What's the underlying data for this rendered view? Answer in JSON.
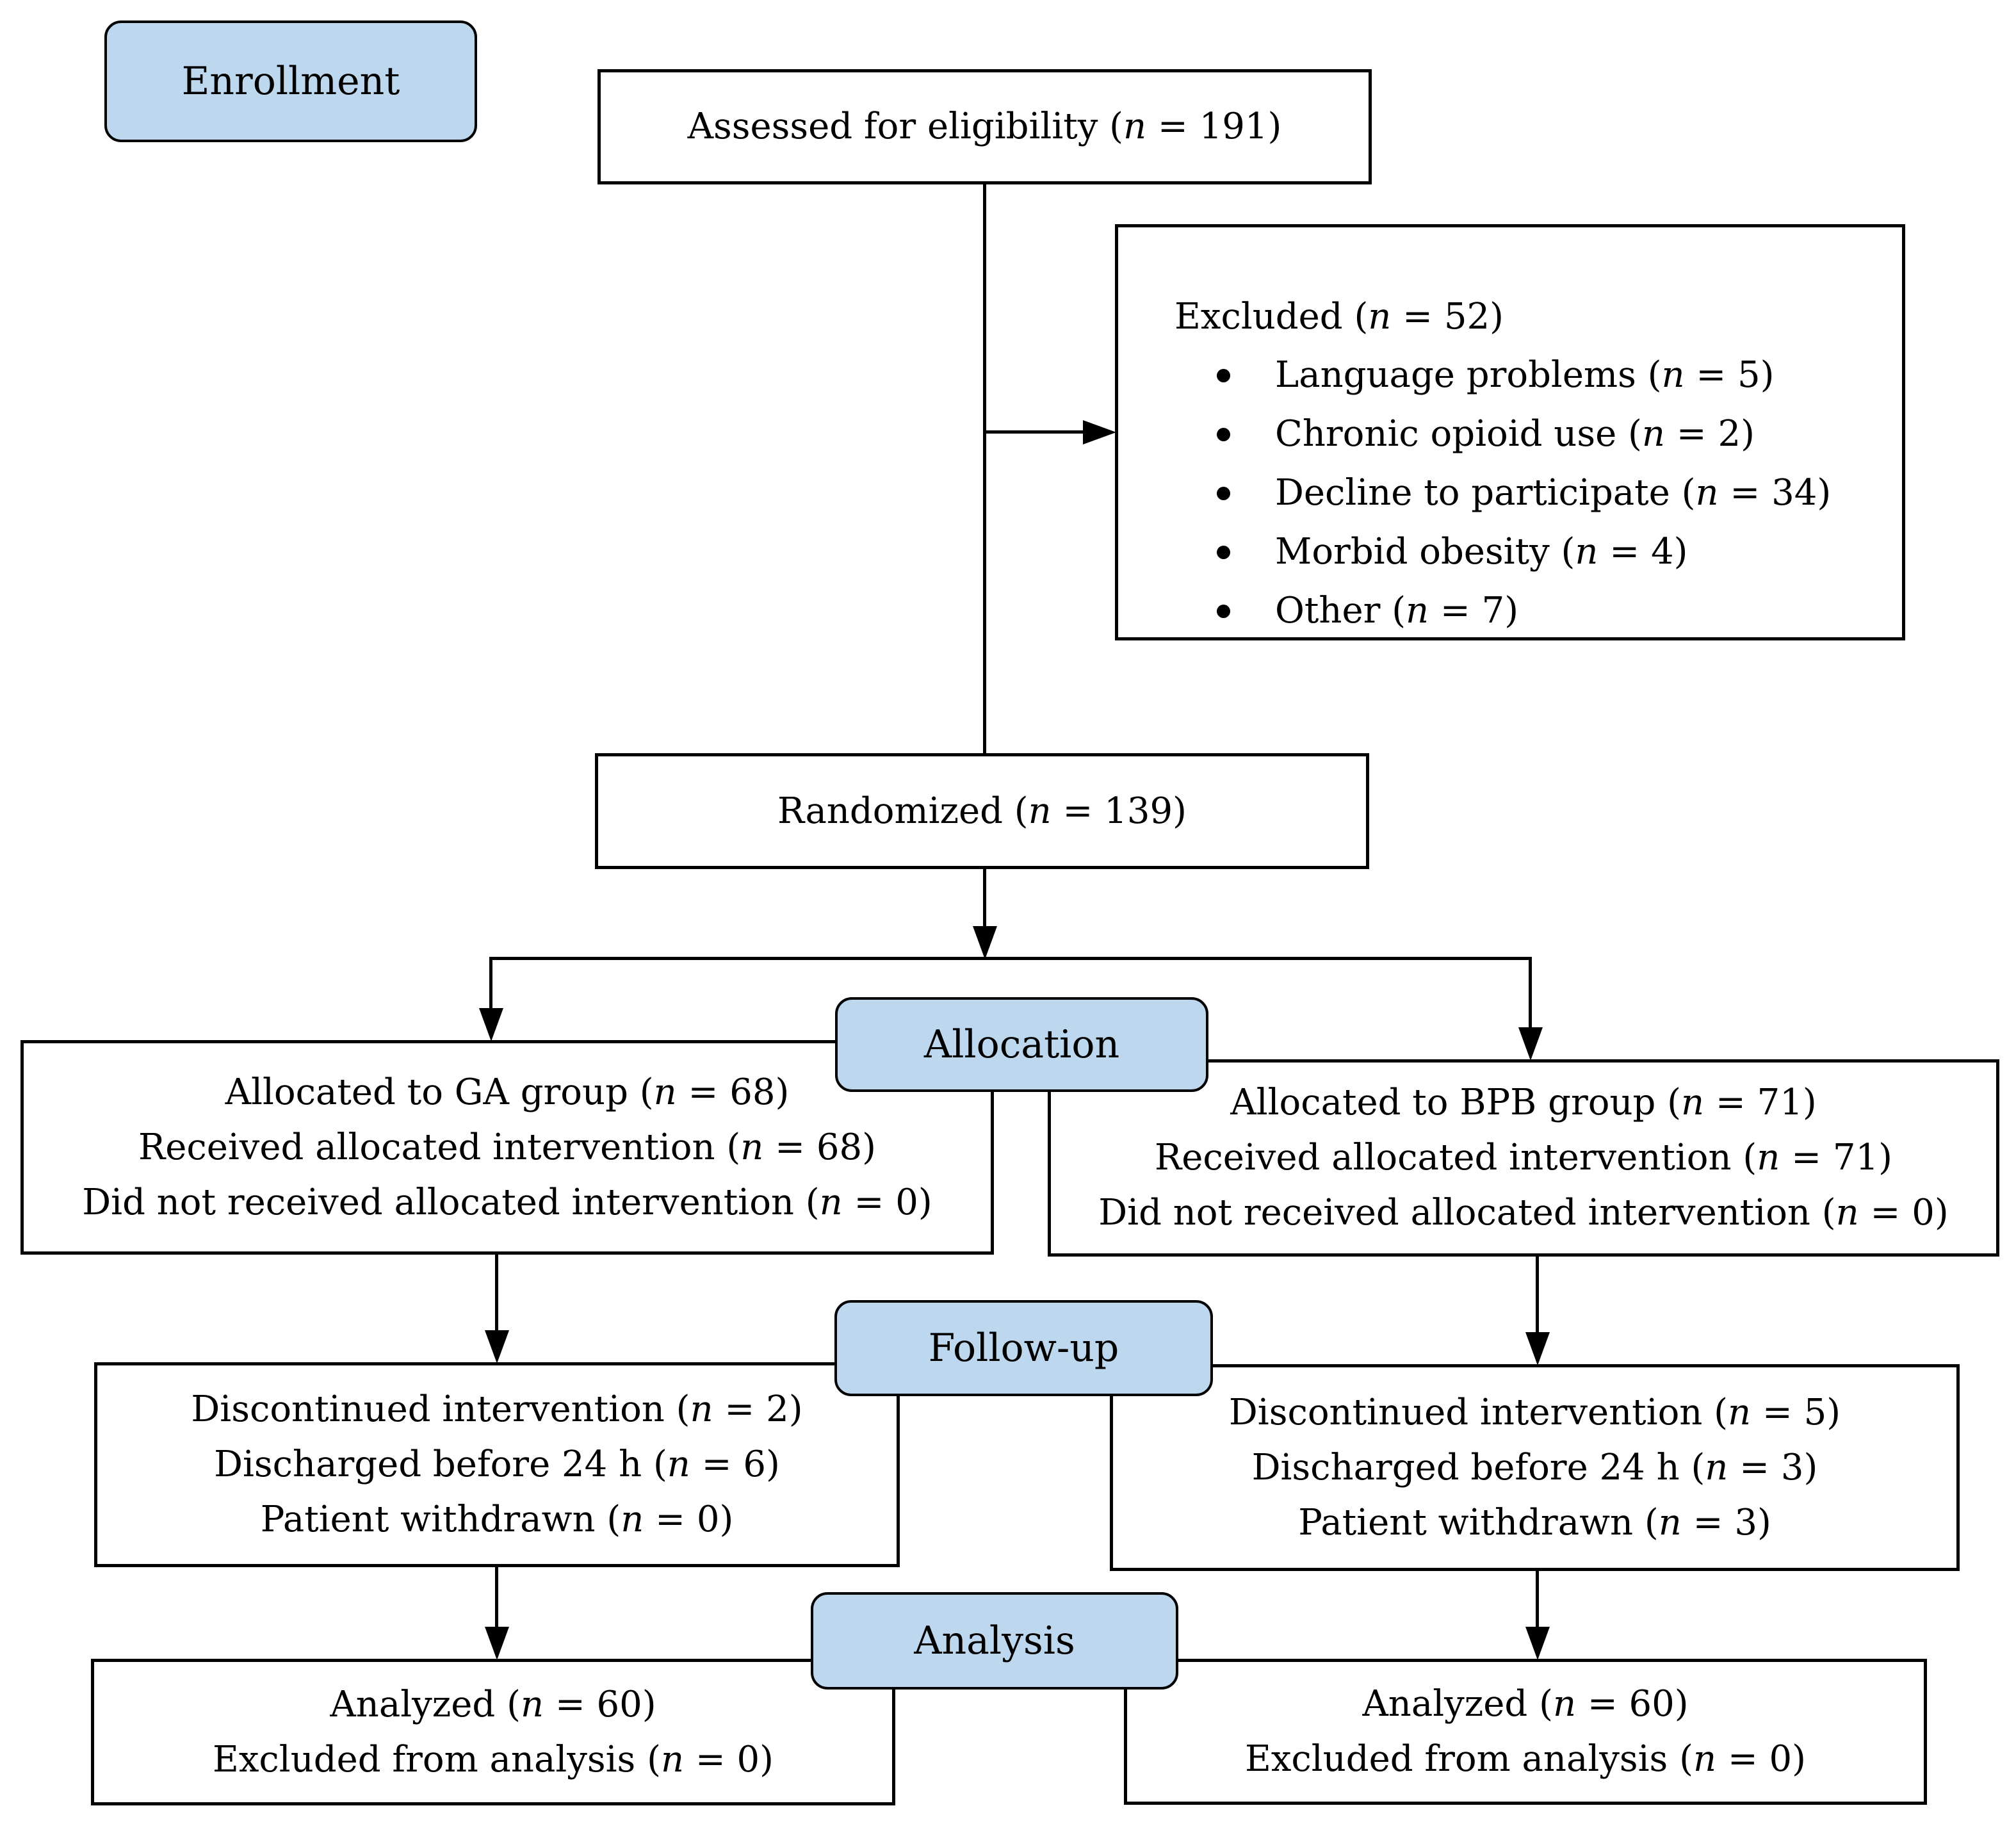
{
  "colors": {
    "label_fill": "#BDD7EE",
    "line": "#000000"
  },
  "stage_labels": {
    "enrollment": "Enrollment",
    "allocation": "Allocation",
    "followup": "Follow-up",
    "analysis": "Analysis"
  },
  "enrollment_stage": {
    "assessed": "Assessed for eligibility (n = 191)",
    "excluded_title": "Excluded (n = 52)",
    "excluded_items": [
      "Language problems (n = 5)",
      "Chronic opioid use (n = 2)",
      "Decline to participate (n = 34)",
      "Morbid obesity (n = 4)",
      "Other (n = 7)"
    ],
    "randomized": "Randomized (n = 139)"
  },
  "allocation_stage": {
    "left": [
      "Allocated to GA group (n = 68)",
      "Received allocated intervention (n = 68)",
      "Did not received allocated intervention (n = 0)"
    ],
    "right": [
      "Allocated to BPB group (n = 71)",
      "Received allocated intervention (n = 71)",
      "Did not received allocated intervention (n = 0)"
    ]
  },
  "followup_stage": {
    "left": [
      "Discontinued intervention (n = 2)",
      "Discharged before 24 h (n = 6)",
      "Patient withdrawn (n = 0)"
    ],
    "right": [
      "Discontinued intervention (n = 5)",
      "Discharged before 24 h (n = 3)",
      "Patient withdrawn (n = 3)"
    ]
  },
  "analysis_stage": {
    "left": [
      "Analyzed (n = 60)",
      "Excluded from analysis (n = 0)"
    ],
    "right": [
      "Analyzed (n = 60)",
      "Excluded from analysis (n = 0)"
    ]
  }
}
